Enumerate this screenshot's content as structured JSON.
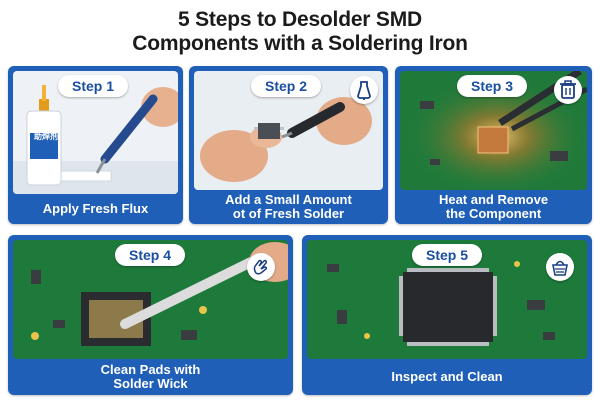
{
  "title": {
    "line1": "5 Steps to Desolder SMD",
    "line2": "Components with a Soldering Iron"
  },
  "steps": [
    {
      "label": "Step 1",
      "caption_line1": "Apply Fresh Flux",
      "caption_line2": "",
      "bottle_text": "助焊剂",
      "icon": ""
    },
    {
      "label": "Step 2",
      "caption_line1": "Add a Small Amount",
      "caption_line2": "ot of Fresh Solder",
      "icon": "soldering-iron-icon"
    },
    {
      "label": "Step 3",
      "caption_line1": "Heat and Remove",
      "caption_line2": "the Component",
      "icon": "trash-can-icon"
    },
    {
      "label": "Step 4",
      "caption_line1": "Clean Pads with",
      "caption_line2": "Solder Wick",
      "icon": "hand-icon"
    },
    {
      "label": "Step 5",
      "caption_line1": "Inspect and Clean",
      "caption_line2": "",
      "icon": "basket-icon"
    }
  ],
  "colors": {
    "card_blue": "#1f5fb8",
    "pcb_green": "#1f7a3a",
    "pill_text": "#1a4fa0"
  }
}
